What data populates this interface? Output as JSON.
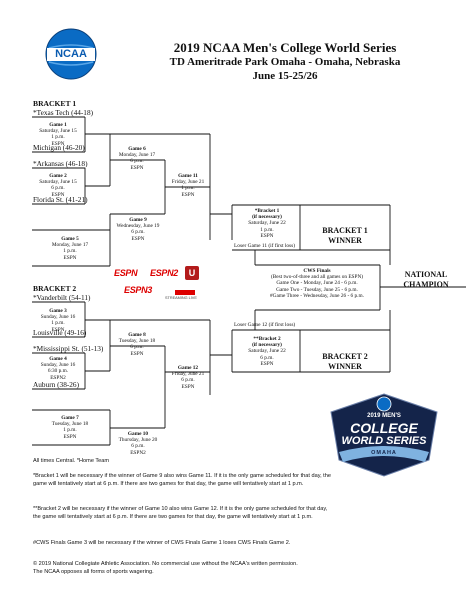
{
  "header": {
    "logo_text": "NCAA",
    "title": "2019 NCAA Men's College World Series",
    "venue": "TD Ameritrade Park Omaha - Omaha, Nebraska",
    "dates": "June 15-25/26"
  },
  "bracket1": {
    "label": "BRACKET 1",
    "teams": [
      "*Texas Tech (44-18)",
      "Michigan (46-20)",
      "*Arkansas (46-18)",
      "Florida St. (41-21)"
    ],
    "winner": "BRACKET 1\nWINNER"
  },
  "bracket2": {
    "label": "BRACKET 2",
    "teams": [
      "*Vanderbilt (54-11)",
      "Louisville (49-16)",
      "*Mississippi St. (51-13)",
      "Auburn (38-26)"
    ],
    "winner": "BRACKET 2\nWINNER"
  },
  "games": {
    "g1": {
      "title": "Game 1",
      "lines": [
        "Saturday, June 15",
        "1 p.m.",
        "ESPN"
      ]
    },
    "g2": {
      "title": "Game 2",
      "lines": [
        "Saturday, June 15",
        "6 p.m.",
        "ESPN"
      ]
    },
    "g3": {
      "title": "Game 3",
      "lines": [
        "Sunday, June 16",
        "1 p.m.",
        "ESPN"
      ]
    },
    "g4": {
      "title": "Game 4",
      "lines": [
        "Sunday, June 16",
        "6:30 p.m.",
        "ESPN2"
      ]
    },
    "g5": {
      "title": "Game 5",
      "lines": [
        "Monday, June 17",
        "1 p.m.",
        "ESPN"
      ]
    },
    "g6": {
      "title": "Game 6",
      "lines": [
        "Monday, June 17",
        "6 p.m.",
        "ESPN"
      ]
    },
    "g7": {
      "title": "Game 7",
      "lines": [
        "Tuesday, June 18",
        "1 p.m.",
        "ESPN"
      ]
    },
    "g8": {
      "title": "Game 8",
      "lines": [
        "Tuesday, June 18",
        "6 p.m.",
        "ESPN"
      ]
    },
    "g9": {
      "title": "Game 9",
      "lines": [
        "Wednesday, June 19",
        "6 p.m.",
        "ESPN"
      ]
    },
    "g10": {
      "title": "Game 10",
      "lines": [
        "Thursday, June 20",
        "6 p.m.",
        "ESPN2"
      ]
    },
    "g11": {
      "title": "Game 11",
      "lines": [
        "Friday, June 21",
        "1 p.m.",
        "ESPN"
      ]
    },
    "g12": {
      "title": "Game 12",
      "lines": [
        "Friday, June 21",
        "6 p.m.",
        "ESPN"
      ]
    },
    "b1": {
      "title": "*Bracket 1",
      "title2": "(if necessary)",
      "lines": [
        "Saturday, June 22",
        "1 p.m.",
        "ESPN"
      ]
    },
    "b2": {
      "title": "**Bracket 2",
      "title2": "(if necessary)",
      "lines": [
        "Saturday, June 22",
        "6 p.m.",
        "ESPN"
      ]
    }
  },
  "loser_labels": {
    "g11": "Loser Game 11 (if first loss)",
    "g12": "Loser Game 12 (if first loss)"
  },
  "finals": {
    "title": "CWS Finals",
    "lines": [
      "(Best two-of-three and all games on ESPN)",
      "Game One - Monday, June 24 - 6 p.m.",
      "Game Two - Tuesday, June 25 - 6 p.m.",
      "#Game Three - Wednesday, June 26 - 6 p.m."
    ]
  },
  "champion": "NATIONAL\nCHAMPION",
  "networks": {
    "espn": "ESPN",
    "espn2": "ESPN2",
    "espn3": "ESPN3",
    "espnu": "U",
    "watch": "STREAMING LIVE"
  },
  "cws_logo": {
    "top": "2019 MEN'S",
    "line1": "COLLEGE",
    "line2": "WORLD SERIES",
    "bottom": "OMAHA"
  },
  "notes": {
    "times": "All times Central. *Home Team",
    "n1": "*Bracket 1 will be necessary if the winner of Game 9 also wins Game 11. If it is the only game scheduled for that day, the game will tentatively start at 6 p.m. If there are two games for that day, the game will tentatively start at 1 p.m.",
    "n2": "**Bracket 2 will be necessary if the winner of Game 10 also wins Game 12. If it is the only game scheduled for that day, the game will tentatively start at 6 p.m. If there are two games for that day, the game will tentatively start at 1 p.m.",
    "n3": "#CWS Finals Game 3 will be necessary if the winner of CWS Finals Game 1 loses CWS Finals Game 2.",
    "n4": "© 2019 National Collegiate Athletic Association. No commercial use without the NCAA's written permission.",
    "n5": "The NCAA opposes all forms of sports wagering."
  }
}
